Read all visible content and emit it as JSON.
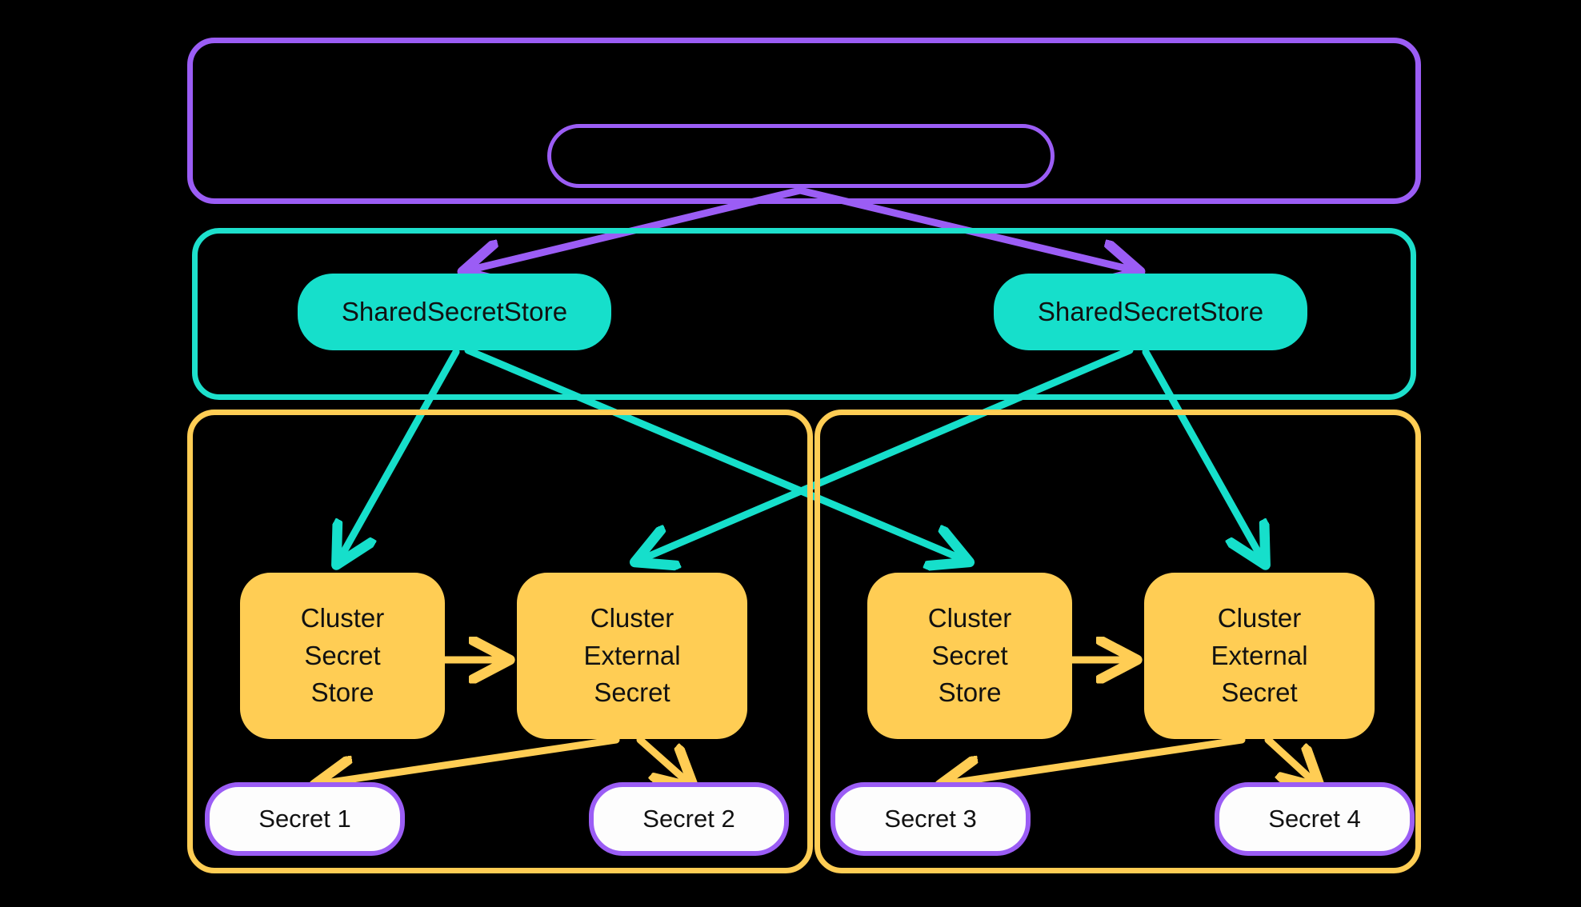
{
  "diagram": {
    "title": "External Secrets Operator shared secret store architecture",
    "background": "#000000",
    "colors": {
      "purple": "#9B5DF5",
      "teal": "#16DFCB",
      "orange": "#FFCD54",
      "secret_fill": "#FDFDFD",
      "text": "#111111"
    }
  },
  "groups": {
    "operator_scope": {
      "name": "operator-scope-container",
      "label": "",
      "border_color": "#9B5DF5"
    },
    "shared_scope": {
      "name": "shared-store-scope-container",
      "label": "",
      "border_color": "#1DE0CC"
    },
    "cluster_left": {
      "name": "cluster-left-container",
      "label": "",
      "border_color": "#FFCD54"
    },
    "cluster_right": {
      "name": "cluster-right-container",
      "label": "",
      "border_color": "#FFCD54"
    }
  },
  "nodes": {
    "operator": {
      "label": "",
      "shape": "pill-outline"
    },
    "shared_store_left": {
      "label": "SharedSecretStore",
      "shape": "pill",
      "fill": "#16DFCB"
    },
    "shared_store_right": {
      "label": "SharedSecretStore",
      "shape": "pill",
      "fill": "#16DFCB"
    },
    "cluster_secret_store_left": {
      "label": "Cluster\nSecret\nStore",
      "shape": "rounded-rect",
      "fill": "#FFCD54"
    },
    "cluster_external_secret_left": {
      "label": "Cluster\nExternal\nSecret",
      "shape": "rounded-rect",
      "fill": "#FFCD54"
    },
    "cluster_secret_store_right": {
      "label": "Cluster\nSecret\nStore",
      "shape": "rounded-rect",
      "fill": "#FFCD54"
    },
    "cluster_external_secret_right": {
      "label": "Cluster\nExternal\nSecret",
      "shape": "rounded-rect",
      "fill": "#FFCD54"
    },
    "secret_1": {
      "label": "Secret 1",
      "shape": "pill",
      "fill": "#FDFDFD"
    },
    "secret_2": {
      "label": "Secret 2",
      "shape": "pill",
      "fill": "#FDFDFD"
    },
    "secret_3": {
      "label": "Secret 3",
      "shape": "pill",
      "fill": "#FDFDFD"
    },
    "secret_4": {
      "label": "Secret 4",
      "shape": "pill",
      "fill": "#FDFDFD"
    }
  },
  "edges": [
    {
      "from": "operator",
      "to": "shared_store_left",
      "color": "#9B5DF5",
      "label": ""
    },
    {
      "from": "operator",
      "to": "shared_store_right",
      "color": "#9B5DF5",
      "label": ""
    },
    {
      "from": "shared_store_left",
      "to": "cluster_secret_store_left",
      "color": "#16DFCB",
      "label": ""
    },
    {
      "from": "shared_store_left",
      "to": "cluster_secret_store_right",
      "color": "#16DFCB",
      "label": ""
    },
    {
      "from": "shared_store_right",
      "to": "cluster_external_secret_left",
      "color": "#16DFCB",
      "label": ""
    },
    {
      "from": "shared_store_right",
      "to": "cluster_external_secret_right",
      "color": "#16DFCB",
      "label": ""
    },
    {
      "from": "cluster_secret_store_left",
      "to": "cluster_external_secret_left",
      "color": "#FFCD54",
      "label": ""
    },
    {
      "from": "cluster_secret_store_right",
      "to": "cluster_external_secret_right",
      "color": "#FFCD54",
      "label": ""
    },
    {
      "from": "cluster_external_secret_left",
      "to": "secret_1",
      "color": "#FFCD54",
      "label": ""
    },
    {
      "from": "cluster_external_secret_left",
      "to": "secret_2",
      "color": "#FFCD54",
      "label": ""
    },
    {
      "from": "cluster_external_secret_right",
      "to": "secret_3",
      "color": "#FFCD54",
      "label": ""
    },
    {
      "from": "cluster_external_secret_right",
      "to": "secret_4",
      "color": "#FFCD54",
      "label": ""
    }
  ]
}
